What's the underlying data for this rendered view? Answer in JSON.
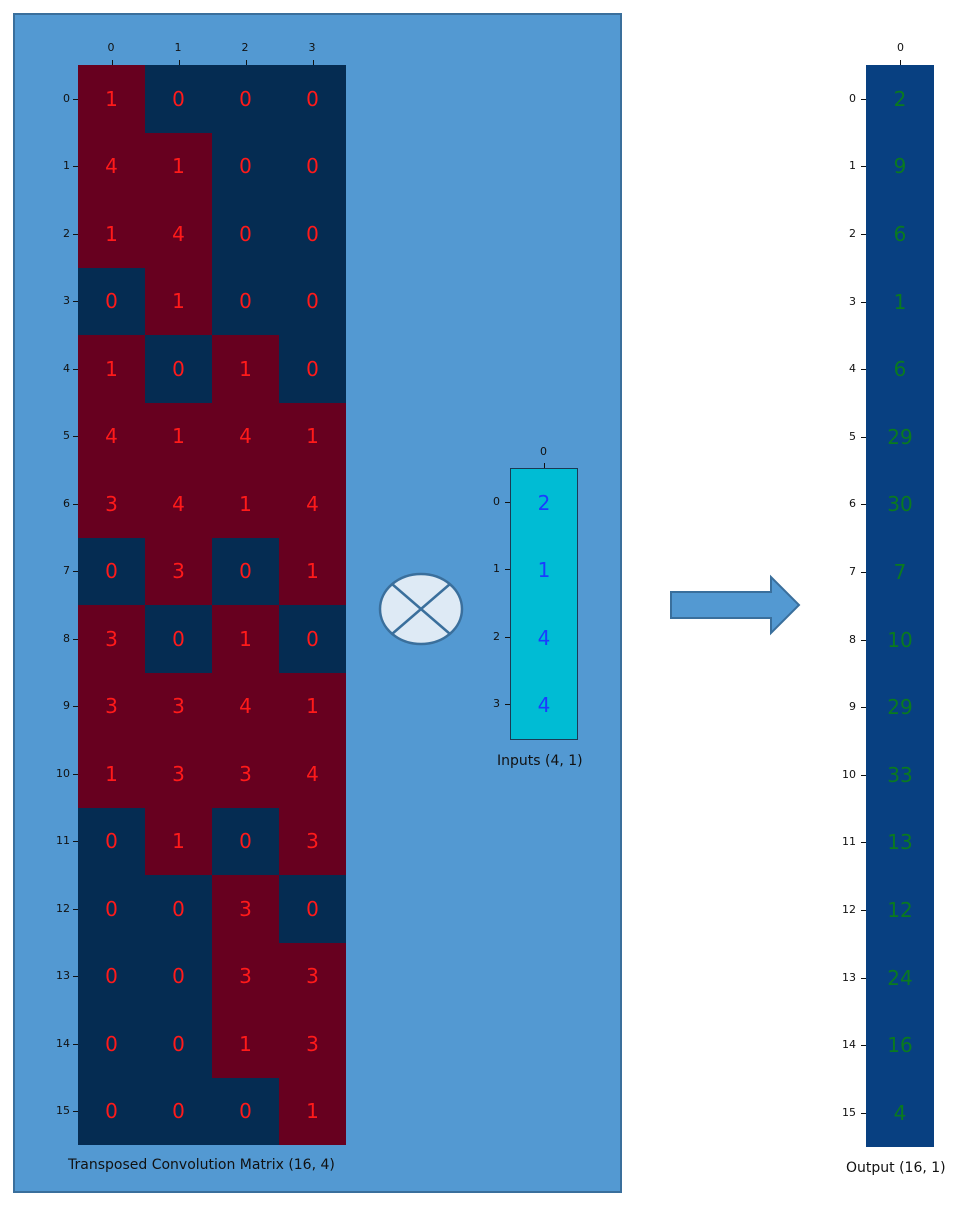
{
  "matrix": {
    "caption": "Transposed Convolution Matrix (16, 4)",
    "col_ticks": [
      "0",
      "1",
      "2",
      "3"
    ],
    "row_ticks": [
      "0",
      "1",
      "2",
      "3",
      "4",
      "5",
      "6",
      "7",
      "8",
      "9",
      "10",
      "11",
      "12",
      "13",
      "14",
      "15"
    ],
    "values": [
      [
        1,
        0,
        0,
        0
      ],
      [
        4,
        1,
        0,
        0
      ],
      [
        1,
        4,
        0,
        0
      ],
      [
        0,
        1,
        0,
        0
      ],
      [
        1,
        0,
        1,
        0
      ],
      [
        4,
        1,
        4,
        1
      ],
      [
        3,
        4,
        1,
        4
      ],
      [
        0,
        3,
        0,
        1
      ],
      [
        3,
        0,
        1,
        0
      ],
      [
        3,
        3,
        4,
        1
      ],
      [
        1,
        3,
        3,
        4
      ],
      [
        0,
        1,
        0,
        3
      ],
      [
        0,
        0,
        3,
        0
      ],
      [
        0,
        0,
        3,
        3
      ],
      [
        0,
        0,
        1,
        3
      ],
      [
        0,
        0,
        0,
        1
      ]
    ],
    "colors": {
      "nonzero": "#67001f",
      "zero": "#052c52",
      "text": "#ff1a1a"
    }
  },
  "operator": {
    "icon": "multiply-circle-icon"
  },
  "inputs": {
    "caption": "Inputs (4, 1)",
    "col_ticks": [
      "0"
    ],
    "row_ticks": [
      "0",
      "1",
      "2",
      "3"
    ],
    "values": [
      2,
      1,
      4,
      4
    ],
    "colors": {
      "fill": "#00bcd4",
      "text": "#1a3cff"
    }
  },
  "arrow": {
    "icon": "right-arrow-icon",
    "color": "#5399d2"
  },
  "output": {
    "caption": "Output (16, 1)",
    "col_ticks": [
      "0"
    ],
    "row_ticks": [
      "0",
      "1",
      "2",
      "3",
      "4",
      "5",
      "6",
      "7",
      "8",
      "9",
      "10",
      "11",
      "12",
      "13",
      "14",
      "15"
    ],
    "values": [
      2,
      9,
      6,
      1,
      6,
      29,
      30,
      7,
      10,
      29,
      33,
      13,
      12,
      24,
      16,
      4
    ],
    "colors": {
      "fill": "#084081",
      "text": "#0a7a1f"
    }
  }
}
